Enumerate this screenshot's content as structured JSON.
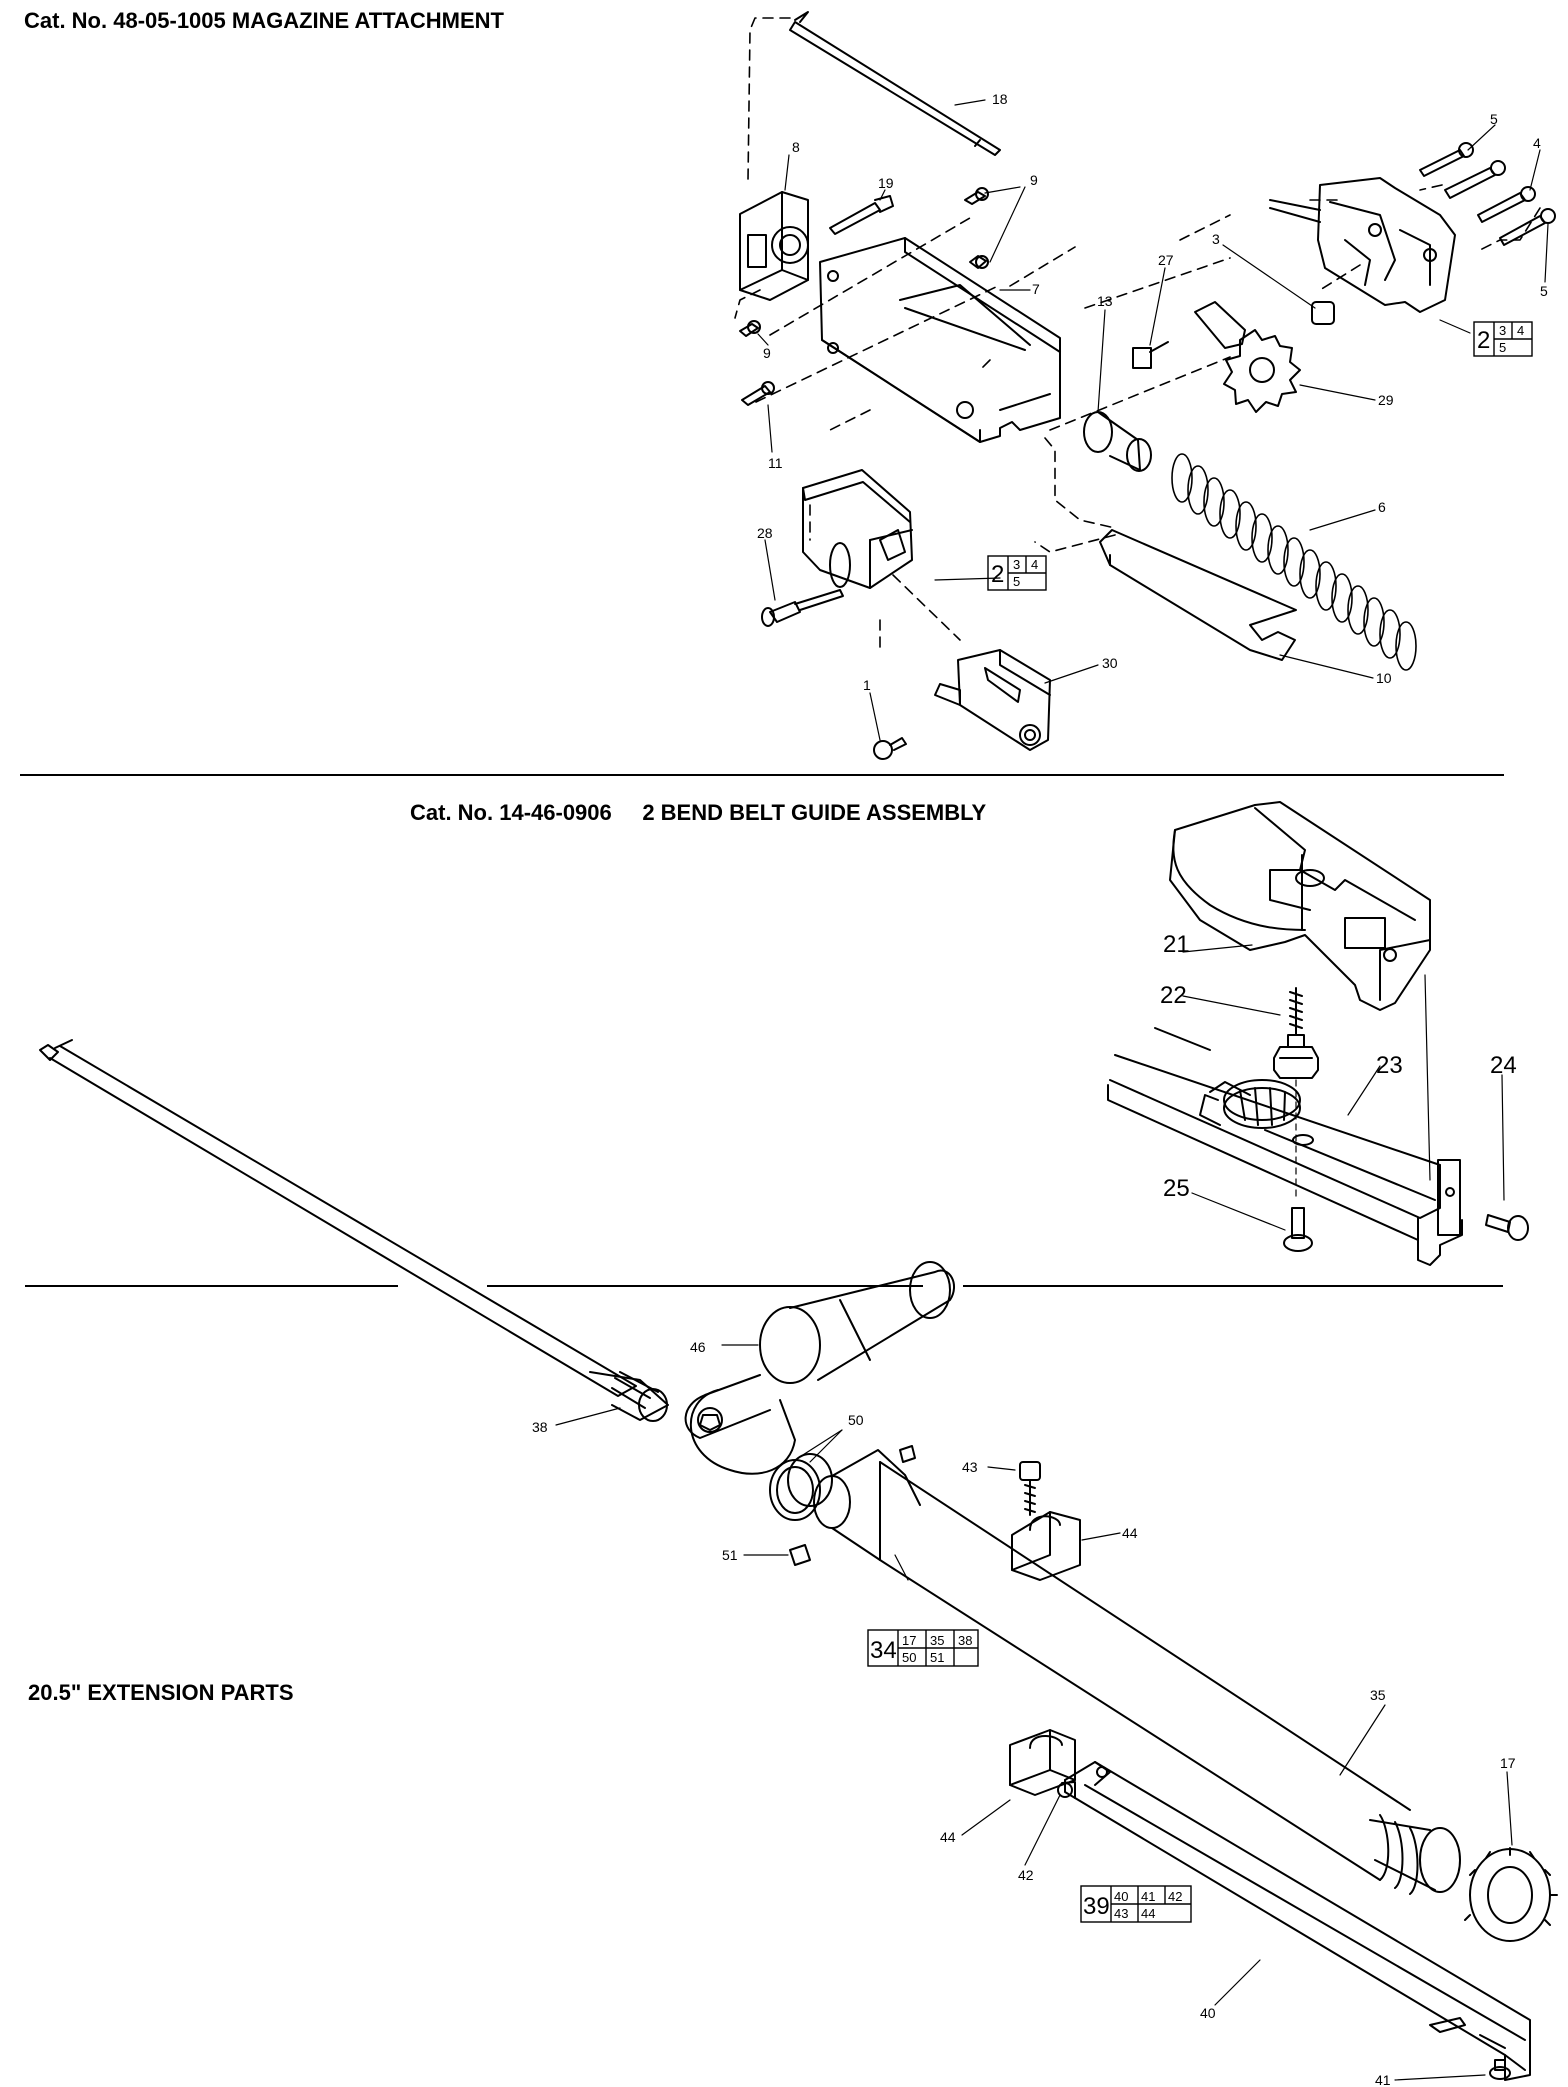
{
  "titles": {
    "magazine": "Cat. No. 48-05-1005 MAGAZINE ATTACHMENT",
    "belt_guide": "Cat. No. 14-46-0906     2 BEND BELT GUIDE ASSEMBLY",
    "extension": "20.5\" EXTENSION PARTS"
  },
  "callouts": {
    "c18": "18",
    "c8": "8",
    "c19": "19",
    "c9a": "9",
    "c9b": "9",
    "c7": "7",
    "c11": "11",
    "c13": "13",
    "c27": "27",
    "c3": "3",
    "c5a": "5",
    "c4": "4",
    "c5b": "5",
    "c29": "29",
    "c6": "6",
    "c28": "28",
    "c10": "10",
    "c30": "30",
    "c1": "1",
    "c21": "21",
    "c22": "22",
    "c23": "23",
    "c24": "24",
    "c25": "25",
    "c46": "46",
    "c38": "38",
    "c50": "50",
    "c43": "43",
    "c44a": "44",
    "c51": "51",
    "c35": "35",
    "c17": "17",
    "c44b": "44",
    "c42": "42",
    "c40": "40",
    "c41": "41"
  },
  "kits": {
    "kit2a": {
      "main": "2",
      "subs": [
        "3",
        "4",
        "5"
      ]
    },
    "kit2b": {
      "main": "2",
      "subs": [
        "3",
        "4",
        "5"
      ]
    },
    "kit34": {
      "main": "34",
      "subs": [
        "17",
        "35",
        "38",
        "50",
        "51"
      ]
    },
    "kit39": {
      "main": "39",
      "subs": [
        "40",
        "41",
        "42",
        "43",
        "44"
      ]
    }
  }
}
